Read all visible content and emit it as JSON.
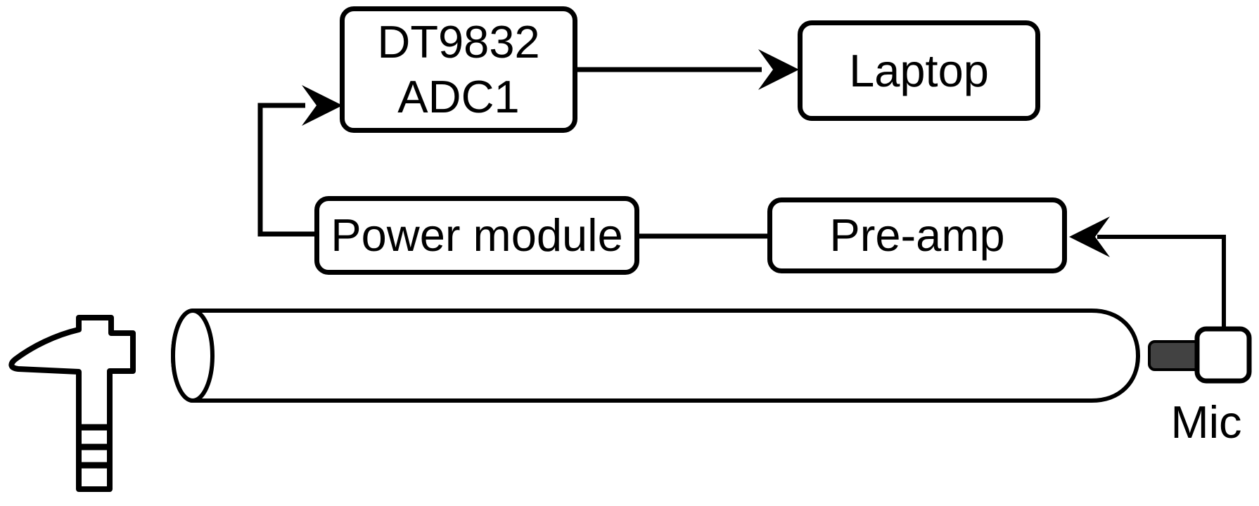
{
  "diagram": {
    "background_color": "#ffffff",
    "line_color": "#000000",
    "mic_stem_color": "#424242",
    "nodes": {
      "adc": {
        "line1": "DT9832",
        "line2": "ADC1"
      },
      "laptop": {
        "label": "Laptop"
      },
      "power_module": {
        "label": "Power module"
      },
      "pre_amp": {
        "label": "Pre-amp"
      }
    },
    "labels": {
      "mic": "Mic"
    },
    "shapes": {
      "hammer": "hammer-icon",
      "pipe": "test-pipe",
      "mic": "microphone"
    },
    "connections": [
      {
        "from": "power_module",
        "to": "adc",
        "arrow": "into-adc"
      },
      {
        "from": "adc",
        "to": "laptop",
        "arrow": "into-laptop"
      },
      {
        "from": "power_module",
        "to": "pre_amp",
        "arrow": "none"
      },
      {
        "from": "mic",
        "to": "pre_amp",
        "arrow": "into-pre-amp"
      }
    ]
  }
}
